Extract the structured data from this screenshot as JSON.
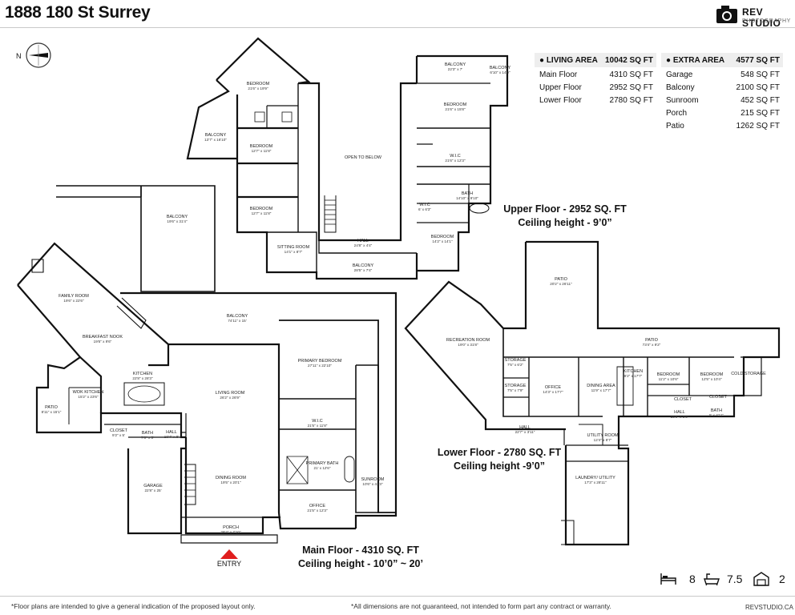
{
  "header": {
    "title": "1888 180 St Surrey"
  },
  "brand": {
    "name": "REV STUDIO",
    "sub": "PHOTOGRAPHY"
  },
  "compass": {
    "label": "N"
  },
  "living_area": {
    "label": "LIVING AREA",
    "total": "10042 SQ FT",
    "rows": [
      {
        "label": "Main Floor",
        "value": "4310 SQ FT"
      },
      {
        "label": "Upper Floor",
        "value": "2952 SQ FT"
      },
      {
        "label": "Lower Floor",
        "value": "2780 SQ FT"
      }
    ]
  },
  "extra_area": {
    "label": "EXTRA AREA",
    "total": "4577 SQ FT",
    "rows": [
      {
        "label": "Garage",
        "value": "548 SQ FT"
      },
      {
        "label": "Balcony",
        "value": "2100 SQ FT"
      },
      {
        "label": "Sunroom",
        "value": "452 SQ FT"
      },
      {
        "label": "Porch",
        "value": "215 SQ FT"
      },
      {
        "label": "Patio",
        "value": "1262 SQ FT"
      }
    ]
  },
  "floors": {
    "upper": {
      "line1": "Upper Floor - 2952 SQ. FT",
      "line2": "Ceiling height - 9’0”"
    },
    "lower": {
      "line1": "Lower Floor - 2780 SQ. FT",
      "line2": "Ceiling height -9’0”"
    },
    "main": {
      "line1": "Main Floor - 4310 SQ. FT",
      "line2": "Ceiling height - 10’0” ~ 20’"
    }
  },
  "entry_label": "ENTRY",
  "counts": {
    "bedrooms": "8",
    "bathrooms": "7.5",
    "garage": "2"
  },
  "footer": {
    "left": "*Floor plans are intended to give a general indication of the proposed layout only.",
    "center": "*All dimensions are not guaranteed, not intended to form part any contract or warranty.",
    "right": "REVSTUDIO.CA"
  },
  "rooms": {
    "upper": [
      {
        "name": "BEDROOM",
        "dim": "21'6\" x 19'9\""
      },
      {
        "name": "BALCONY",
        "dim": "13'7\" x 16'10\""
      },
      {
        "name": "BEDROOM",
        "dim": "12'7\" x 11'8\""
      },
      {
        "name": "BEDROOM",
        "dim": "12'7\" x 11'8\""
      },
      {
        "name": "OPEN TO BELOW",
        "dim": ""
      },
      {
        "name": "BALCONY",
        "dim": "22'3\" x 7'"
      },
      {
        "name": "BALCONY",
        "dim": "6'10\" x 14'9\""
      },
      {
        "name": "BEDROOM",
        "dim": "21'6\" x 15'8\""
      },
      {
        "name": "W.I.C",
        "dim": "21'6\" x 12'3\""
      },
      {
        "name": "BATH",
        "dim": "14'10\" x 9'10\""
      },
      {
        "name": "W.I.C",
        "dim": "6' x 6'3\""
      },
      {
        "name": "BEDROOM",
        "dim": "14'2\" x 14'1\""
      },
      {
        "name": "SITTING ROOM",
        "dim": "14'1\" x 8'7\""
      },
      {
        "name": "HALL",
        "dim": "24'8\" x 4'4\""
      },
      {
        "name": "BALCONY",
        "dim": "28'5\" x 7'4\""
      },
      {
        "name": "BALCONY",
        "dim": "19'6\" x 31'4\""
      }
    ],
    "main": [
      {
        "name": "FAMILY ROOM",
        "dim": "19'6\" x 22'6\""
      },
      {
        "name": "BREAKFAST NOOK",
        "dim": "19'6\" x 9'6\""
      },
      {
        "name": "BALCONY",
        "dim": "74'11\" x 15'"
      },
      {
        "name": "KITCHEN",
        "dim": "22'8\" x 28'3\""
      },
      {
        "name": "WOK KITCHEN",
        "dim": "15'2\" x 23'6\""
      },
      {
        "name": "PATIO",
        "dim": "8'11\" x 15'1\""
      },
      {
        "name": "LIVING ROOM",
        "dim": "26'2\" x 26'9\""
      },
      {
        "name": "PRIMARY BEDROOM",
        "dim": "27'11\" x 22'10\""
      },
      {
        "name": "W.I.C",
        "dim": "21'5\" x 11'8\""
      },
      {
        "name": "SUNROOM",
        "dim": "10'6\" x 43'3\""
      },
      {
        "name": "CLOSET",
        "dim": "9'2\" x 5'"
      },
      {
        "name": "BATH",
        "dim": "7'8\" x 5'"
      },
      {
        "name": "HALL",
        "dim": "10'4\" x 8'"
      },
      {
        "name": "PRIMARY BATH",
        "dim": "21' x 12'6\""
      },
      {
        "name": "GARAGE",
        "dim": "22'8\" x 25'"
      },
      {
        "name": "DINING ROOM",
        "dim": "19'5\" x 20'1\""
      },
      {
        "name": "OFFICE",
        "dim": "21'5\" x 12'3\""
      },
      {
        "name": "PORCH",
        "dim": "28'4\" x 7'10\""
      }
    ],
    "lower": [
      {
        "name": "PATIO",
        "dim": "20'2\" x 26'11\""
      },
      {
        "name": "PATIO",
        "dim": "73'4\" x 9'2\""
      },
      {
        "name": "RECREATION ROOM",
        "dim": "19'0\" x 31'8\""
      },
      {
        "name": "STORAGE",
        "dim": "7'5\" x 6'2\""
      },
      {
        "name": "STORAGE",
        "dim": "7'5\" x 7'9\""
      },
      {
        "name": "OFFICE",
        "dim": "14'3\" x 17'7\""
      },
      {
        "name": "DINING AREA",
        "dim": "11'9\" x 17'7\""
      },
      {
        "name": "KITCHEN",
        "dim": "8'2\" x 17'7\""
      },
      {
        "name": "BEDROOM",
        "dim": "11'2\" x 10'6\""
      },
      {
        "name": "BEDROOM",
        "dim": "12'5\" x 10'4\""
      },
      {
        "name": "CLOSET",
        "dim": ""
      },
      {
        "name": "CLOSET",
        "dim": ""
      },
      {
        "name": "HALL",
        "dim": "15'9\" x 3'6\""
      },
      {
        "name": "BATH",
        "dim": "5' x 4'11\""
      },
      {
        "name": "HALL",
        "dim": "22'7\" x 3'11\""
      },
      {
        "name": "UTILITY ROOM",
        "dim": "12'4\" x 8'7\""
      },
      {
        "name": "LAUNDRY/ UTILITY",
        "dim": "17'3\" x 28'11\""
      },
      {
        "name": "COLD STORAGE",
        "dim": ""
      }
    ]
  }
}
